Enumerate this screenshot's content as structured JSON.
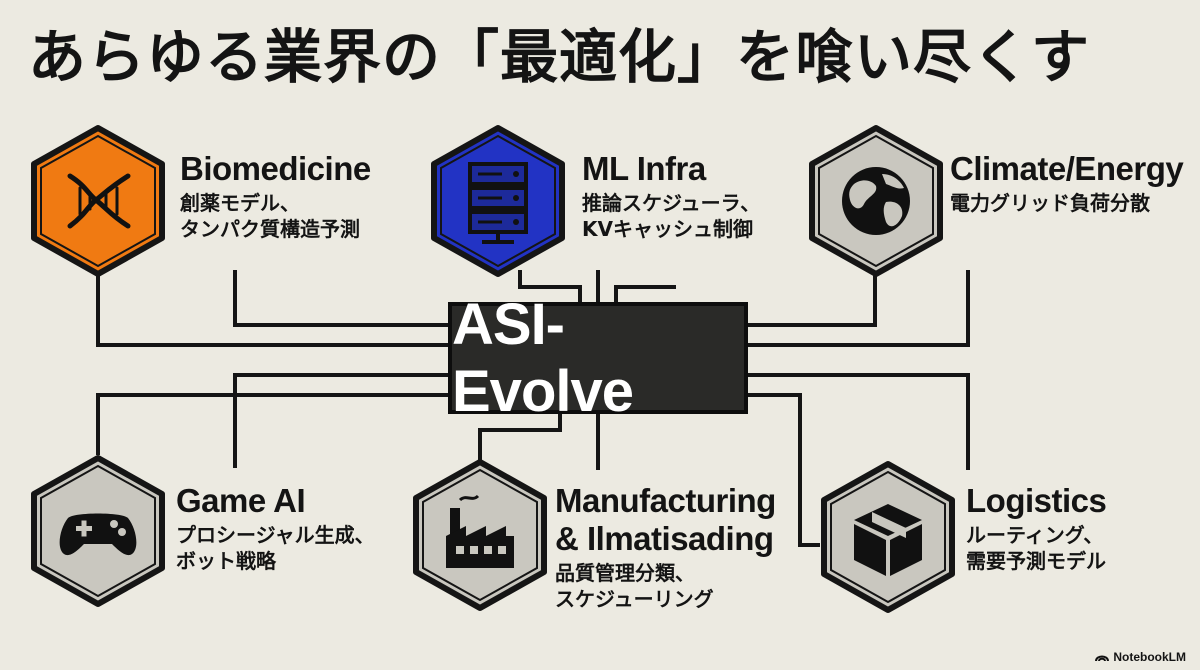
{
  "title": "あらゆる業界の「最適化」を喰い尽くす",
  "hub": {
    "label": "ASI-Evolve"
  },
  "domains": [
    {
      "name": "Biomedicine",
      "desc_line1": "創薬モデル、",
      "desc_line2": "タンパク質構造予測",
      "icon": "dna-icon",
      "color": "#f07a12"
    },
    {
      "name": "ML Infra",
      "desc_line1": "推論スケジューラ、",
      "desc_line2": "KVキャッシュ制御",
      "icon": "server-rack-icon",
      "color": "#2233c4"
    },
    {
      "name": "Climate/Energy",
      "desc_line1": "電力グリッド負荷分散",
      "desc_line2": "",
      "icon": "globe-icon",
      "color": "#c9c7bf"
    },
    {
      "name": "Game AI",
      "desc_line1": "プロシージャル生成、",
      "desc_line2": "ボット戦略",
      "icon": "gamepad-icon",
      "color": "#c9c7bf"
    },
    {
      "name": "Manufacturing",
      "name_line2": "& Ilmatisading",
      "desc_line1": "品質管理分類、",
      "desc_line2": "スケジューリング",
      "icon": "factory-icon",
      "color": "#c9c7bf"
    },
    {
      "name": "Logistics",
      "desc_line1": "ルーティング、",
      "desc_line2": "需要予測モデル",
      "icon": "box-icon",
      "color": "#c9c7bf"
    }
  ],
  "badge": {
    "label": "NotebookLM",
    "icon": "notebooklm-logo-icon"
  }
}
